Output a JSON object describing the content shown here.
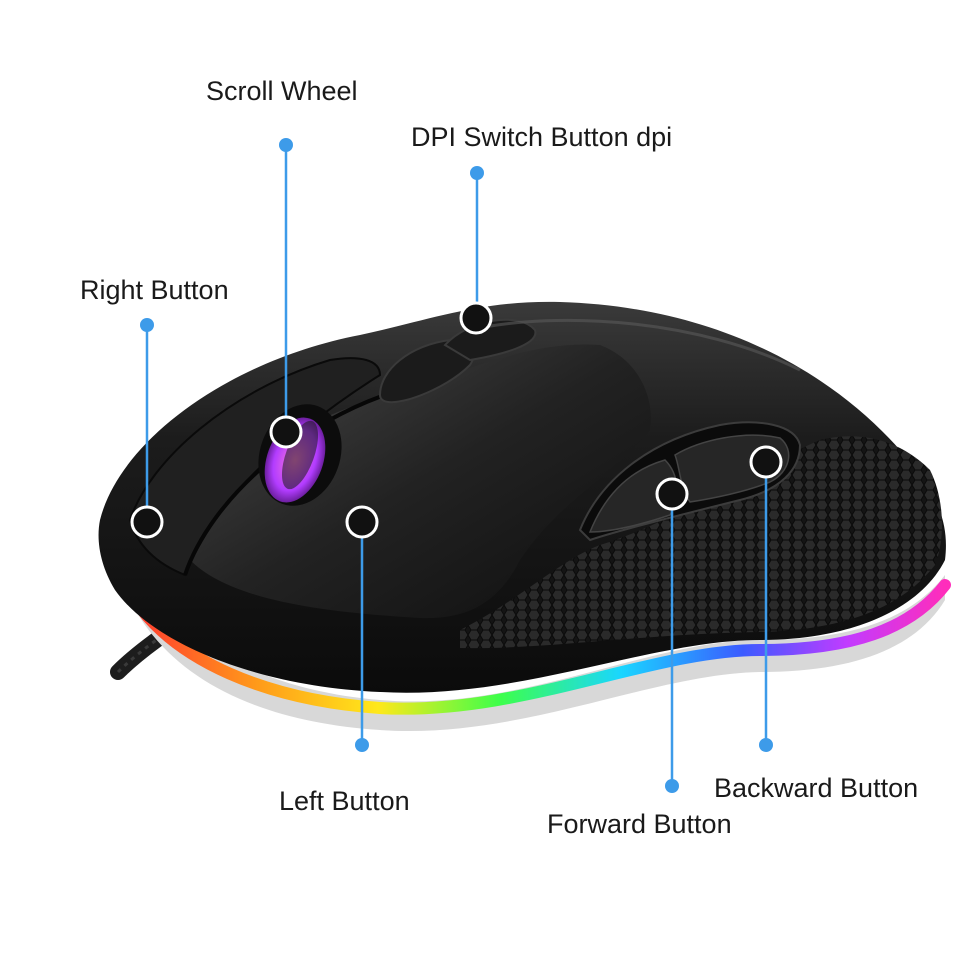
{
  "callouts": {
    "scroll_wheel": "Scroll Wheel",
    "dpi_switch": "DPI Switch Button dpi",
    "right_button": "Right Button",
    "left_button": "Left Button",
    "backward_button": "Backward Button",
    "forward_button": "Forward Button"
  },
  "colors": {
    "leader_line": "#3d9be9",
    "marker_fill": "#111111",
    "marker_ring": "#ffffff",
    "mouse_body": "#161616",
    "rgb_strip": [
      "#ff2d2d",
      "#ff9a1a",
      "#ffe81a",
      "#3dff4a",
      "#1ad6ff",
      "#3b5bff",
      "#c23bff",
      "#ff2dbb"
    ]
  }
}
